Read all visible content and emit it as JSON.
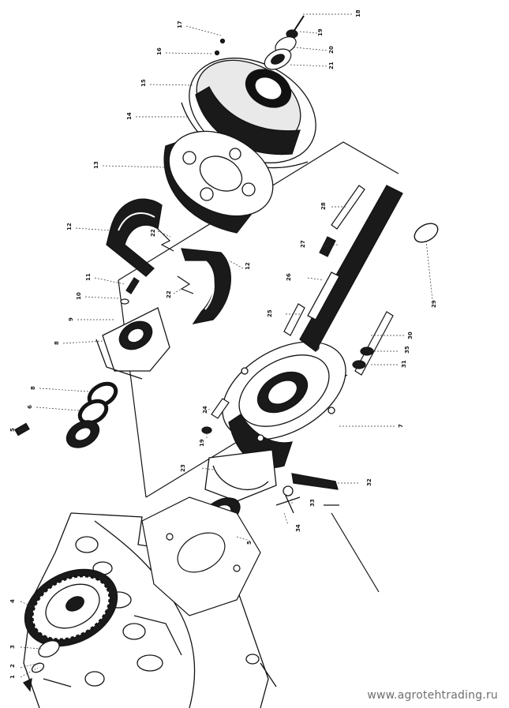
{
  "watermark": "www.agrotehtrading.ru",
  "callouts": [
    "1",
    "2",
    "3",
    "4",
    "5",
    "5",
    "6",
    "7",
    "8",
    "8",
    "9",
    "10",
    "11",
    "12",
    "12",
    "13",
    "14",
    "15",
    "16",
    "17",
    "18",
    "19",
    "19",
    "20",
    "21",
    "22",
    "22",
    "23",
    "24",
    "25",
    "26",
    "27",
    "28",
    "29",
    "30",
    "31",
    "32",
    "33",
    "34",
    "35"
  ],
  "colors": {
    "ink": "#141414",
    "paper": "#ffffff",
    "watermark": "#6f6f6f"
  }
}
